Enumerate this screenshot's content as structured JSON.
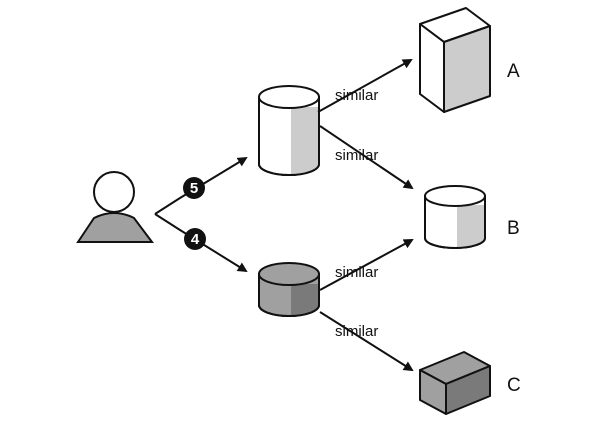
{
  "user": {
    "icon": "user-icon"
  },
  "ratings": [
    {
      "id": "r1",
      "value": "5",
      "target": "item-1"
    },
    {
      "id": "r2",
      "value": "4",
      "target": "item-2"
    }
  ],
  "rated_items": [
    {
      "id": "item-1",
      "icon": "cylinder-icon",
      "fill": "white"
    },
    {
      "id": "item-2",
      "icon": "cylinder-icon",
      "fill": "gray"
    }
  ],
  "similarity_edges": [
    {
      "id": "e1",
      "label": "similar",
      "from": "item-1",
      "to": "A"
    },
    {
      "id": "e2",
      "label": "similar",
      "from": "item-1",
      "to": "B"
    },
    {
      "id": "e3",
      "label": "similar",
      "from": "item-2",
      "to": "B"
    },
    {
      "id": "e4",
      "label": "similar",
      "from": "item-2",
      "to": "C"
    }
  ],
  "candidates": [
    {
      "id": "A",
      "label": "A",
      "icon": "tall-box-icon"
    },
    {
      "id": "B",
      "label": "B",
      "icon": "cylinder-icon"
    },
    {
      "id": "C",
      "label": "C",
      "icon": "cube-icon"
    }
  ],
  "colors": {
    "stroke": "#111111",
    "face_light": "#ffffff",
    "face_shade": "#cccccc",
    "fill_gray": "#a0a0a0",
    "fill_gray_dark": "#7a7a7a",
    "badge": "#111111"
  }
}
